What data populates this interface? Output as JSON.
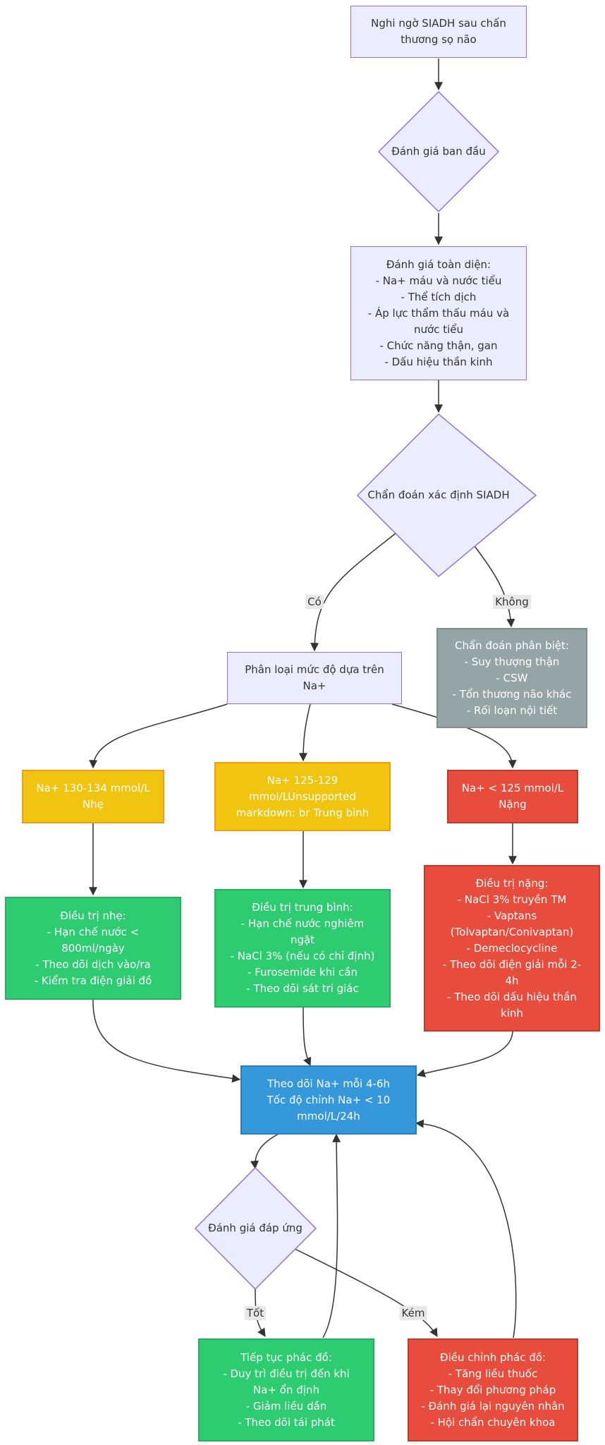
{
  "nodes": {
    "suspect": {
      "lines": [
        "Nghi ngờ SIADH sau chấn",
        "thương sọ não"
      ]
    },
    "initial_eval": {
      "lines": [
        "Đánh giá ban đầu"
      ]
    },
    "full_eval": {
      "lines": [
        "Đánh giá toàn diện:",
        "- Na+ máu và nước tiểu",
        "- Thể tích dịch",
        "- Áp lực thẩm thấu máu và",
        "nước tiểu",
        "- Chức năng thận, gan",
        "- Dấu hiệu thần kinh"
      ]
    },
    "confirm_dx": {
      "lines": [
        "Chẩn đoán xác định SIADH"
      ]
    },
    "classify": {
      "lines": [
        "Phân loại mức độ dựa trên",
        "Na+"
      ]
    },
    "differential": {
      "lines": [
        "Chẩn đoán phân biệt:",
        "- Suy thượng thận",
        "- CSW",
        "- Tổn thương não khác",
        "- Rối loạn nội tiết"
      ]
    },
    "mild": {
      "lines": [
        "Na+ 130-134 mmol/L",
        "Nhẹ"
      ]
    },
    "moderate": {
      "lines": [
        "Na+ 125-129",
        "mmol/LUnsupported",
        "markdown: br    Trung bình"
      ]
    },
    "severe": {
      "lines": [
        "Na+ < 125 mmol/L",
        "Nặng"
      ]
    },
    "tx_mild": {
      "lines": [
        "Điều trị nhẹ:",
        "- Hạn chế nước <",
        "800ml/ngày",
        "- Theo dõi dịch vào/ra",
        "- Kiểm tra điện giải đồ"
      ]
    },
    "tx_moderate": {
      "lines": [
        "Điều trị trung bình:",
        "- Hạn chế nước nghiêm",
        "ngặt",
        "- NaCl 3% (nếu có chỉ định)",
        "- Furosemide khi cần",
        "- Theo dõi sát tri giác"
      ]
    },
    "tx_severe": {
      "lines": [
        "Điều trị nặng:",
        "- NaCl 3% truyền TM",
        "- Vaptans",
        "(Tolvaptan/Conivaptan)",
        "- Demeclocycline",
        "- Theo dõi điện giải mỗi 2-",
        "4h",
        "- Theo dõi dấu hiệu thần",
        "kinh"
      ]
    },
    "monitor": {
      "lines": [
        "Theo dõi Na+ mỗi 4-6h",
        "Tốc độ chỉnh Na+ < 10",
        "mmol/L/24h"
      ]
    },
    "response": {
      "lines": [
        "Đánh giá đáp ứng"
      ]
    },
    "continue": {
      "lines": [
        "Tiếp tục phác đồ:",
        "- Duy trì điều trị đến khi",
        "Na+ ổn định",
        "- Giảm liều dần",
        "- Theo dõi tái phát"
      ]
    },
    "adjust": {
      "lines": [
        "Điều chỉnh phác đồ:",
        "- Tăng liều thuốc",
        "- Thay đổi phương pháp",
        "- Đánh giá lại nguyên nhân",
        "- Hội chẩn chuyên khoa"
      ]
    }
  },
  "edge_labels": {
    "yes": "Có",
    "no": "Không",
    "good": "Tốt",
    "poor": "Kém"
  },
  "colors": {
    "default_fill": "#ECECFF",
    "default_stroke": "#9370DB",
    "differential": "#95A5A6",
    "moderate_level": "#F1C40F",
    "severe_level": "#E74C3C",
    "treatment": "#2ECC71",
    "monitor": "#3498DB",
    "edge": "#333333"
  }
}
